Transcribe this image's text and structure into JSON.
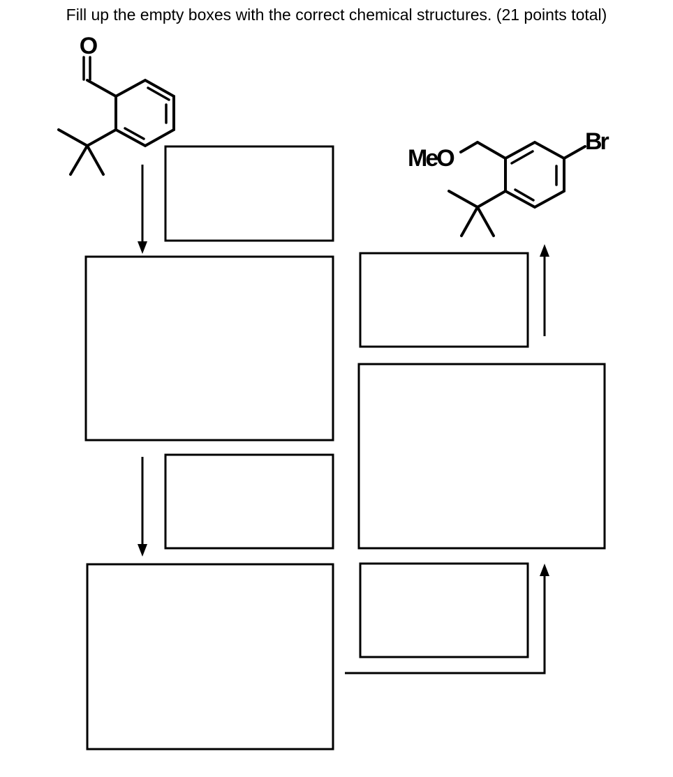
{
  "instruction": "Fill up the empty boxes with the correct chemical structures. (21 points total)",
  "starting_material": {
    "atoms": {
      "oxygen": "O"
    }
  },
  "target_product": {
    "atoms": {
      "methoxy": "MeO",
      "bromo": "Br"
    }
  }
}
